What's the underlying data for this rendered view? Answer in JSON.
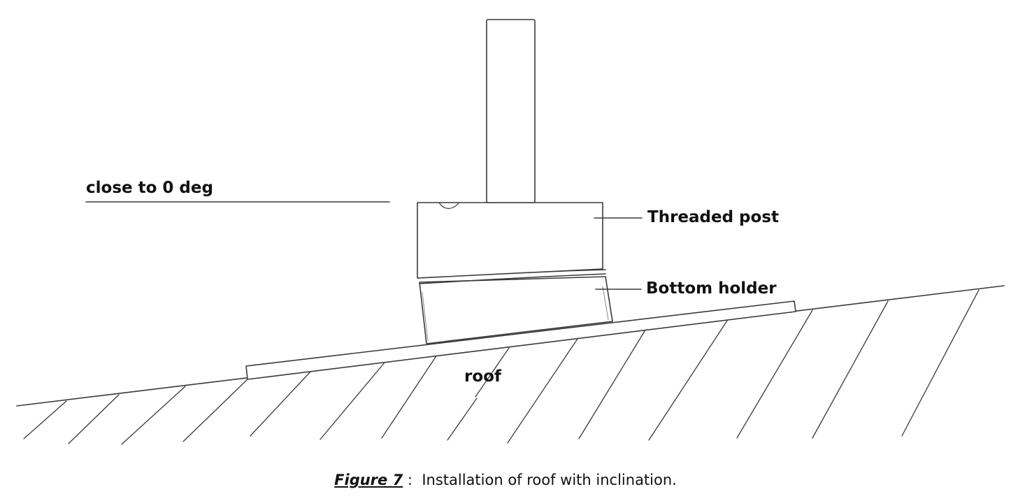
{
  "labels": {
    "horizontal": "close to 0 deg",
    "threaded_post": "Threaded post",
    "bottom_holder": "Bottom holder",
    "roof": "roof"
  },
  "caption": {
    "figure_label": "Figure 7",
    "separator": " :  ",
    "text": "Installation of roof with inclination."
  },
  "colors": {
    "line": "#3a3a3a",
    "text": "#111111"
  }
}
